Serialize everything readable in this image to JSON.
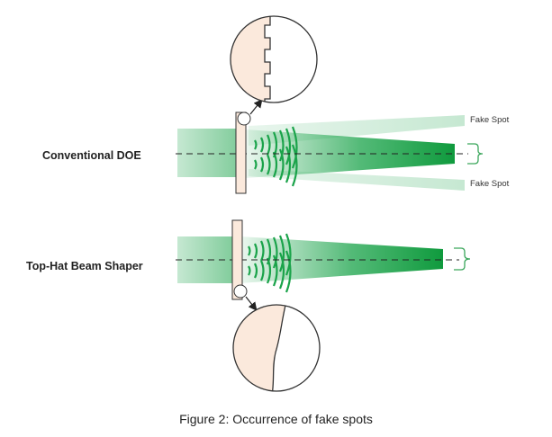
{
  "labels": {
    "conventional": "Conventional DOE",
    "tophat": "Top-Hat Beam Shaper",
    "fake_spot_top": "Fake Spot",
    "fake_spot_bottom": "Fake Spot"
  },
  "caption": "Figure 2:  Occurrence of fake spots",
  "colors": {
    "beam_green": "#1aa34a",
    "beam_light": "#cdebd6",
    "element_fill": "#fbe9dc",
    "stroke": "#333333",
    "bracket": "#3aa65b"
  }
}
